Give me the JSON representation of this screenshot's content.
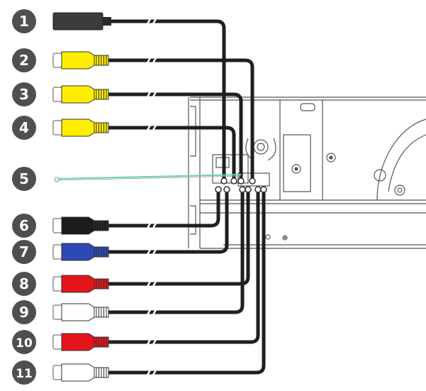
{
  "connectors": [
    {
      "number": "1",
      "type": "plug",
      "color": "#3c3a3a"
    },
    {
      "number": "2",
      "type": "rca",
      "color": "#ffee00"
    },
    {
      "number": "3",
      "type": "rca",
      "color": "#ffee00"
    },
    {
      "number": "4",
      "type": "rca",
      "color": "#ffee00"
    },
    {
      "number": "5",
      "type": "wire",
      "color": "#6fd3a2"
    },
    {
      "number": "6",
      "type": "rca",
      "color": "#1c1c1c"
    },
    {
      "number": "7",
      "type": "rca",
      "color": "#2e49b4"
    },
    {
      "number": "8",
      "type": "rca",
      "color": "#e3151a"
    },
    {
      "number": "9",
      "type": "rca",
      "color": "#ffffff"
    },
    {
      "number": "10",
      "type": "rca",
      "color": "#e3151a"
    },
    {
      "number": "11",
      "type": "rca",
      "color": "#ffffff"
    }
  ],
  "colors": {
    "badge": "#4f4f4f",
    "cable": "#1f1f1f",
    "chassis_line": "#555555"
  }
}
